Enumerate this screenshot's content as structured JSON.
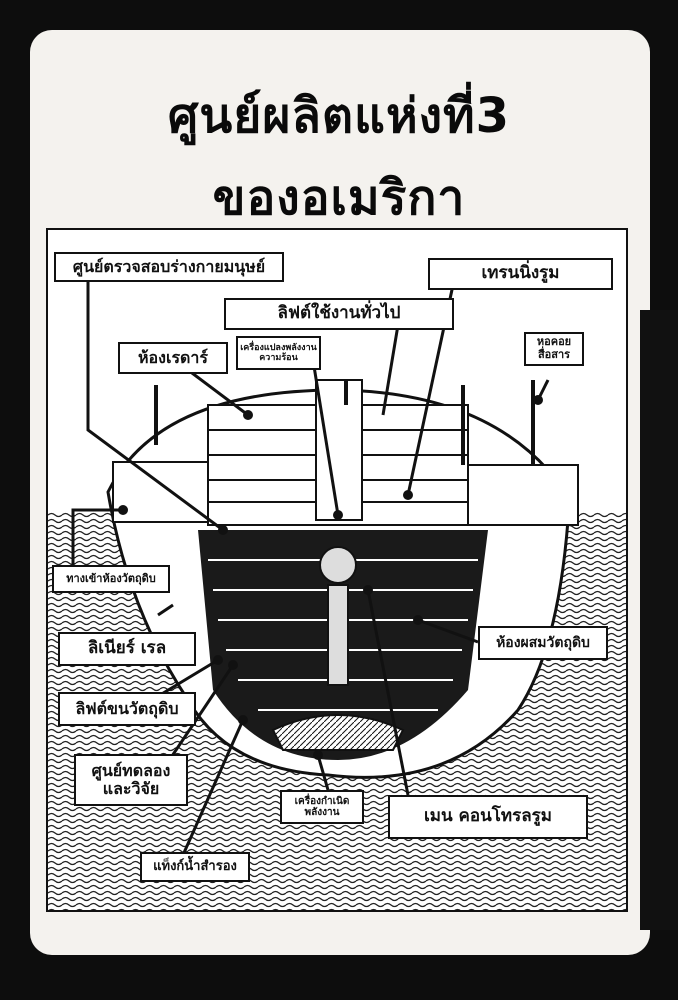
{
  "title": {
    "line1": "ศูนย์ผลิตแห่งที่3",
    "line2": "ของอเมริกา"
  },
  "labels": {
    "human_inspection_center": "ศูนย์ตรวจสอบร่างกายมนุษย์",
    "train_room": "เทรนนิ่งรูม",
    "general_elevator": "ลิฟต์ใช้งานทั่วไป",
    "communication_tower": "หอคอยสื่อสาร",
    "radar_room": "ห้องเรดาร์",
    "heat_energy_converter": "เครื่องแปลงพลังงานความร้อน",
    "material_entrance": "ทางเข้าห้องวัตถุดิบ",
    "linear_rail": "ลิเนียร์ เรล",
    "material_mixing_room": "ห้องผสมวัตถุดิบ",
    "material_elevator": "ลิฟต์ขนวัตถุดิบ",
    "research_center_line1": "ศูนย์ทดลอง",
    "research_center_line2": "และวิจัย",
    "power_generator": "เครื่องกำเนิดพลังงาน",
    "main_control_room": "เมน คอนโทรลรูม",
    "reserve_water_tank": "แท็งก์น้ำสำรอง"
  }
}
